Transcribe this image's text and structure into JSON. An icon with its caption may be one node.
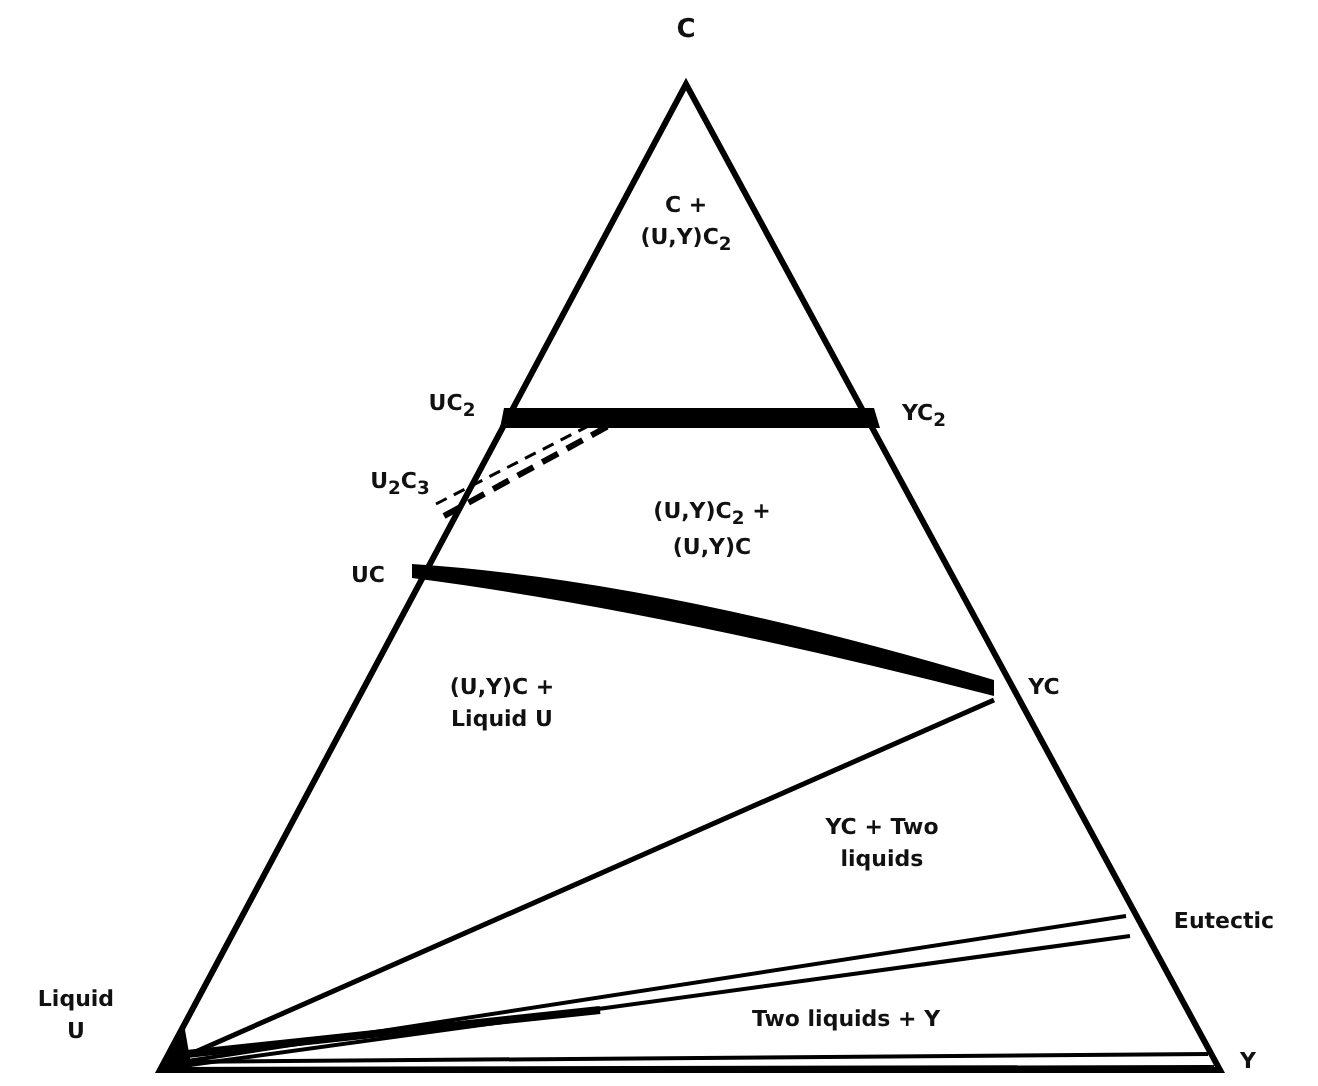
{
  "diagram": {
    "labels": [
      "C",
      "C + (U,Y)C$_{2}$",
      "UC$_{2}$",
      "YC$_{2}$",
      "U$_{2}$C$_{3}$",
      "(U,Y)C$_{2}$ + (U,Y)C",
      "UC",
      "(U,Y)C + Liquid U",
      "YC",
      "YC + Two liquids",
      "Eutectic",
      "Liquid U",
      "Two liquids + Y",
      "Y"
    ]
  }
}
